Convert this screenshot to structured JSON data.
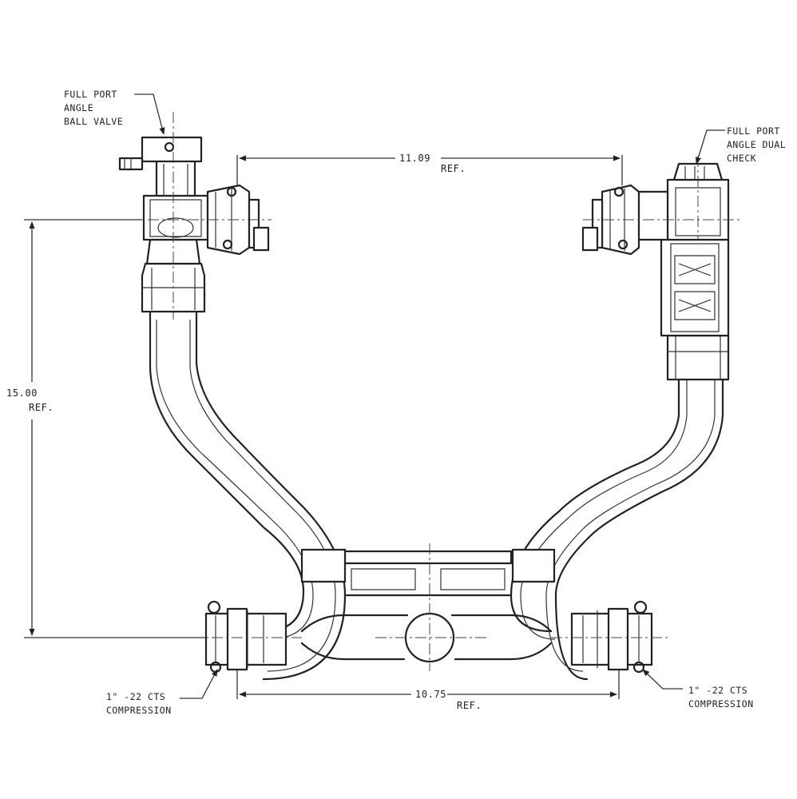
{
  "labels": {
    "ball_valve": [
      "FULL PORT",
      "ANGLE",
      "BALL VALVE"
    ],
    "dual_check": [
      "FULL PORT",
      "ANGLE DUAL",
      "CHECK"
    ],
    "compression_left": [
      "1\" -22 CTS",
      "COMPRESSION"
    ],
    "compression_right": [
      "1\" -22 CTS",
      "COMPRESSION"
    ]
  },
  "dimensions": {
    "top": {
      "value": "11.09",
      "note": "REF."
    },
    "left": {
      "value": "15.00",
      "note": "REF."
    },
    "bottom": {
      "value": "10.75",
      "note": "REF."
    }
  }
}
